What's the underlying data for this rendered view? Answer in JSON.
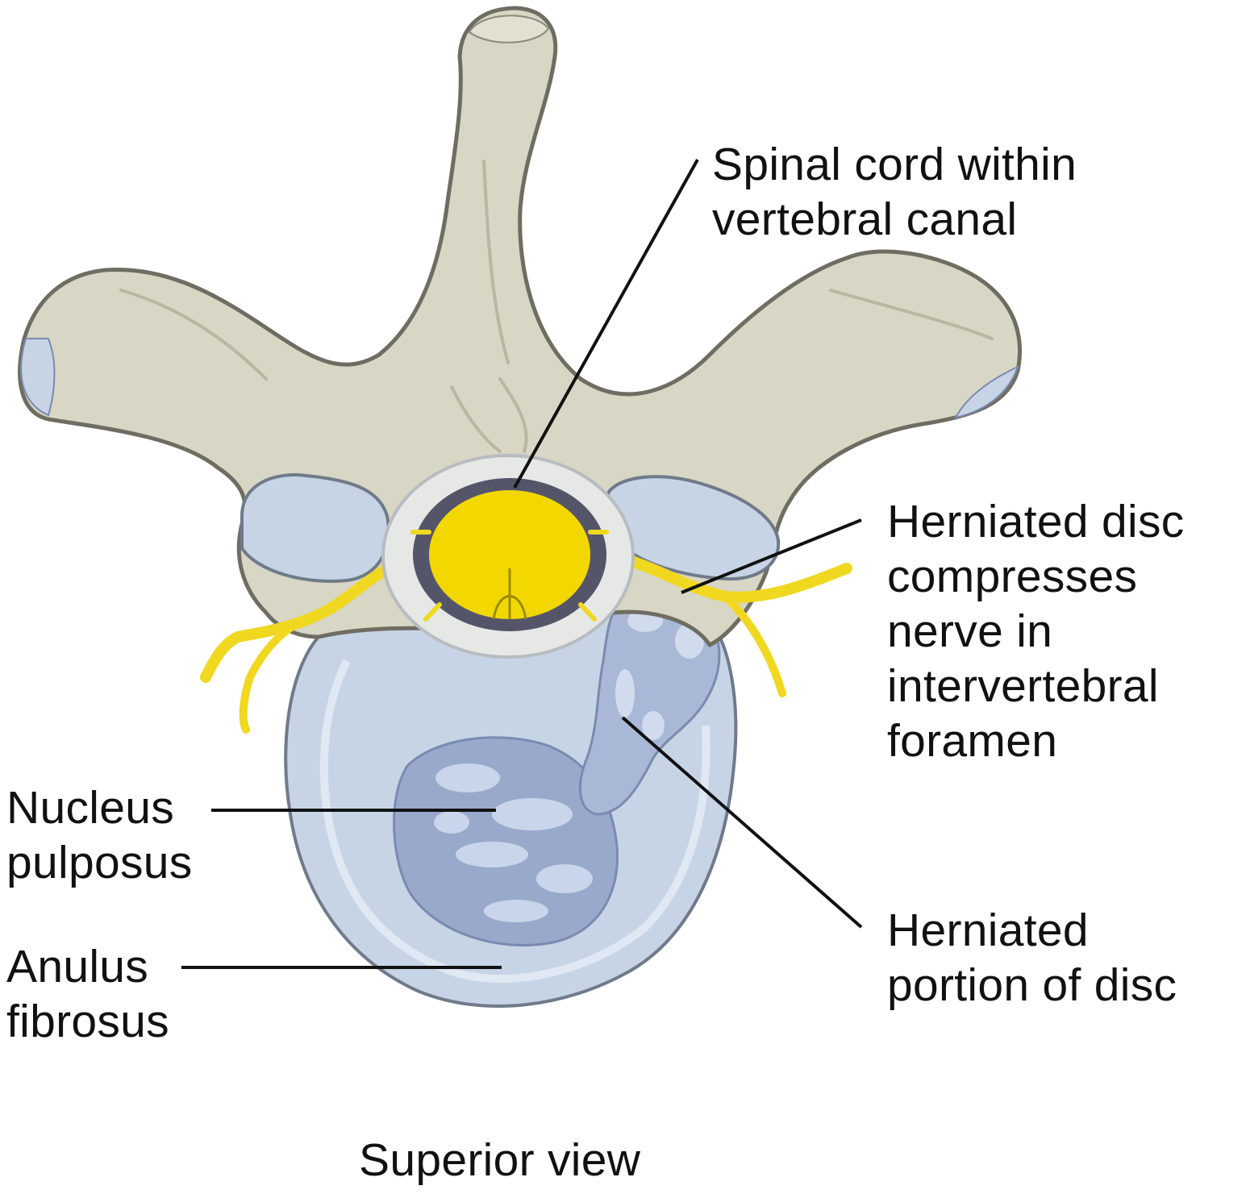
{
  "labels": {
    "spinal_cord": [
      "Spinal cord within",
      "vertebral canal"
    ],
    "herniated_compresses": [
      "Herniated disc",
      "compresses",
      "nerve in",
      "intervertebral",
      "foramen"
    ],
    "nucleus": [
      "Nucleus",
      "pulposus"
    ],
    "anulus": [
      "Anulus",
      "fibrosus"
    ],
    "herniated_portion": [
      "Herniated",
      "portion of disc"
    ],
    "view": "Superior view"
  },
  "colors": {
    "bone": "#d8d6c4",
    "bone_outline": "#6f6d62",
    "bone_shadow": "#b9b7a4",
    "disc": "#c6d4e6",
    "disc_light": "#dfe8f3",
    "nucleus": "#98a9cc",
    "nucleus_highlight": "#c9d5ea",
    "spinal_cord": "#f2d800",
    "dura": "#55556a",
    "nerve": "#f0d820",
    "leader_line": "#111111"
  }
}
